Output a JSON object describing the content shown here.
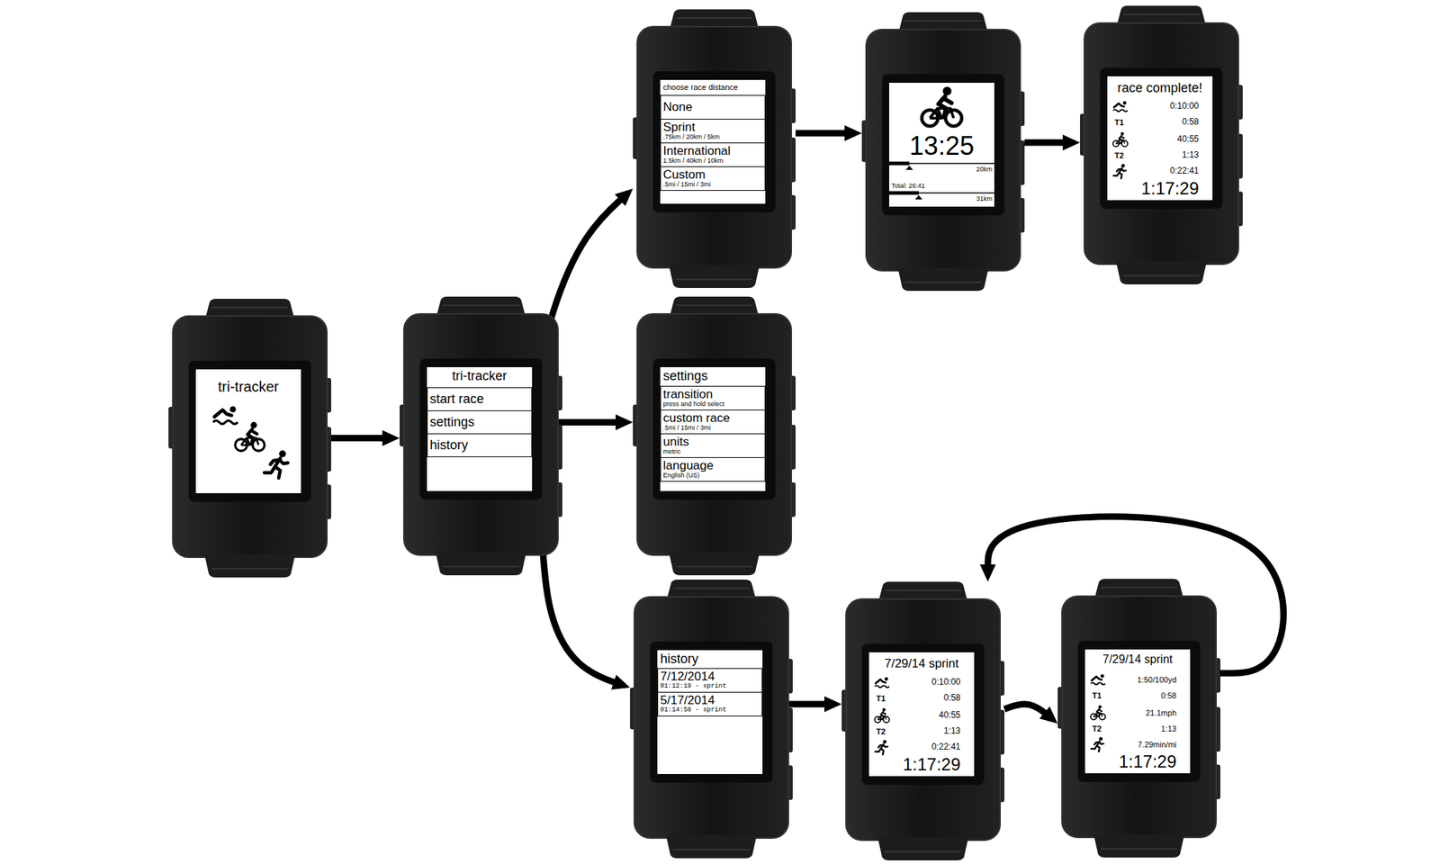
{
  "diagram": {
    "nodes": [
      {
        "text": [
          "tri-tracker"
        ]
      },
      {
        "text": [
          "tri-tracker"
        ]
      },
      {
        "text": [
          "start race"
        ],
        "in": 1
      },
      {
        "text": [
          "settings"
        ],
        "in": 1
      },
      {
        "text": [
          "history"
        ],
        "in": 1
      },
      {
        "text": [
          "choose race distance"
        ]
      },
      {
        "text": [
          "None"
        ],
        "in": 5
      },
      {
        "text": [
          "Sprint",
          ".75km / 20km / 5km"
        ],
        "in": 5
      },
      {
        "text": [
          "International",
          "1.5km / 40km / 10km"
        ],
        "in": 5
      },
      {
        "text": [
          "Custom",
          ".5mi / 15mi / 3mi"
        ],
        "in": 5
      },
      {
        "text": [
          "13:25",
          "20km",
          "Total: 26:41",
          "31km"
        ]
      },
      {
        "text": [
          "race complete!",
          "0:10:00",
          "T1",
          "0:58",
          "40:55",
          "T2",
          "1:13",
          "0:22:41",
          "1:17:29"
        ]
      },
      {
        "text": [
          "settings"
        ]
      },
      {
        "text": [
          "transition",
          "press and hold select"
        ],
        "in": 12
      },
      {
        "text": [
          "custom race",
          ".5mi / 15mi / 3mi"
        ],
        "in": 12
      },
      {
        "text": [
          "units",
          "metric"
        ],
        "in": 12
      },
      {
        "text": [
          "language",
          "English (US)"
        ],
        "in": 12
      },
      {
        "text": [
          "history"
        ]
      },
      {
        "text": [
          "7/12/2014",
          "01:12:19 - sprint"
        ],
        "in": 17
      },
      {
        "text": [
          "5/17/2014",
          "01:14:58 - sprint"
        ],
        "in": 17
      },
      {
        "text": [
          "7/29/14 sprint",
          "0:10:00",
          "T1",
          "0:58",
          "40:55",
          "T2",
          "1:13",
          "0:22:41",
          "1:17:29"
        ]
      },
      {
        "text": [
          "7/29/14 sprint",
          "1:50/100yd",
          "T1",
          "0:58",
          "21.1mph",
          "T2",
          "1:13",
          "7.29min/mi",
          "1:17:29"
        ]
      }
    ],
    "edges": [
      {
        "from": 0,
        "to": 1,
        "arrow": "to"
      },
      {
        "from": 2,
        "to": 5,
        "arrow": "to"
      },
      {
        "from": 3,
        "to": 12,
        "arrow": "to"
      },
      {
        "from": 4,
        "to": 17,
        "arrow": "to"
      },
      {
        "from": 5,
        "to": 10,
        "arrow": "to"
      },
      {
        "from": 10,
        "to": 11,
        "arrow": "to"
      },
      {
        "from": 19,
        "to": 20,
        "arrow": "to"
      },
      {
        "from": 20,
        "to": 21,
        "arrow": "to"
      },
      {
        "from": 21,
        "to": 20,
        "arrow": "to"
      }
    ]
  }
}
